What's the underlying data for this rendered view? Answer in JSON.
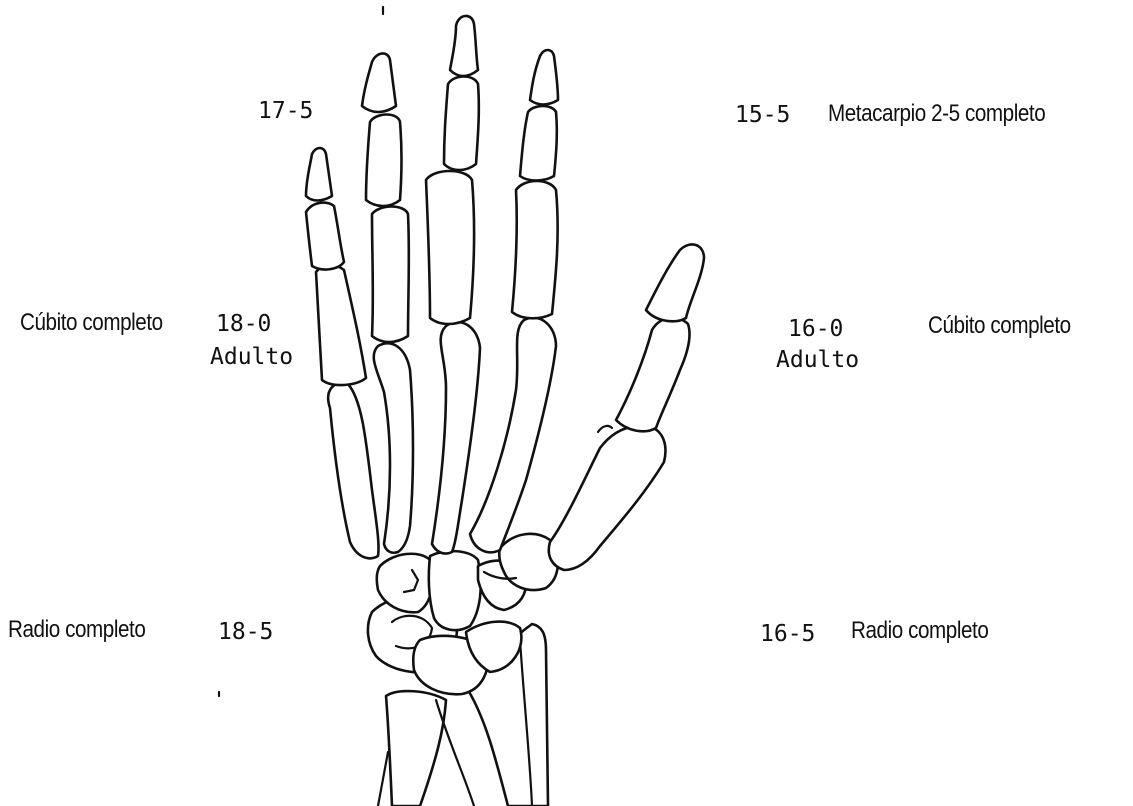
{
  "labels": {
    "left_top_age": "17-5",
    "right_top_age": "15-5",
    "right_top_text": "Metacarpio 2-5 completo",
    "left_mid_text": "Cúbito completo",
    "left_mid_age": "18-0",
    "left_mid_adult": "Adulto",
    "right_mid_age": "16-0",
    "right_mid_text": "Cúbito completo",
    "right_mid_adult": "Adulto",
    "left_bottom_text": "Radio completo",
    "left_bottom_age": "18-5",
    "right_bottom_age": "16-5",
    "right_bottom_text": "Radio completo"
  },
  "colors": {
    "ink": "#111111",
    "background": "#ffffff"
  }
}
